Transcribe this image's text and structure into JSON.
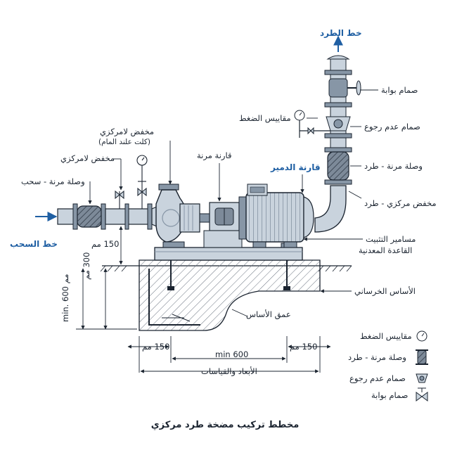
{
  "title": "مخطط تركيب مضخة طرد مركزي",
  "flows": {
    "discharge_line": "خط الطرد",
    "suction_line": "خط السحب"
  },
  "labels": {
    "gate_valve": "صمام بوابة",
    "pressure_gauges": "مقاييس الضغط",
    "check_valve": "صمام عدم رجوع",
    "flex_joint_discharge": "وصلة مرنة - طرد",
    "concentric_reducer_discharge": "مخفض مركزي - طرد",
    "anchor_bolts_line1": "مسامير التثبيت",
    "anchor_bolts_line2": "القاعدة المعدنية",
    "concrete_foundation": "الأساس الخرساني",
    "foundation_depth": "عمق الأساس",
    "eccentric_reducer_line1": "مخفض لامركزي",
    "eccentric_reducer_line2": "(كلت علند المام)",
    "eccentric_reducer": "مخفض لامركزي",
    "flex_joint_suction": "وصلة مرنة - سحب",
    "flexible_coupling": "قارنة مرنة",
    "damper_coupling": "قارنة الدمير"
  },
  "dimensions": {
    "pipe_clearance": "150 مم",
    "depth_300": "300 مم",
    "depth_min600": "min. 600 مم",
    "left_offset": "150 مم",
    "right_offset": "150 مم",
    "bolt_spacing": "min 600",
    "dimensions_caption": "الأبعاد والقياسات"
  },
  "legend": [
    {
      "icon": "pressure-gauge-icon",
      "label": "مقاييس الضغط"
    },
    {
      "icon": "flex-joint-icon",
      "label": "وصلة مرنة - طرد"
    },
    {
      "icon": "check-valve-icon",
      "label": "صمام عدم رجوع"
    },
    {
      "icon": "gate-valve-icon",
      "label": "صمام بوابة"
    }
  ],
  "colors": {
    "accent_blue": "#1f5fa3",
    "line": "#1b2430",
    "steel": "#c9d3dd",
    "steel_dark": "#8796a6"
  }
}
